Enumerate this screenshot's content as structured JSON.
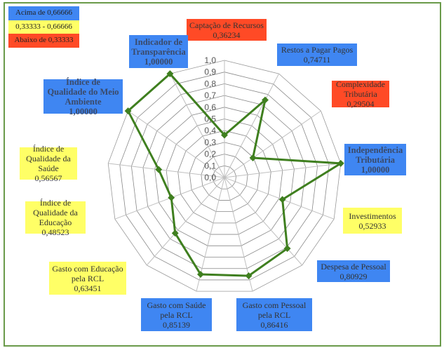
{
  "colors": {
    "high": "#3f86f2",
    "mid": "#ffff66",
    "low": "#ff4a26",
    "line": "#3f7f1f",
    "grid": "#bfbfbf"
  },
  "legend": [
    {
      "label": "Acima de 0,66666",
      "level": "high"
    },
    {
      "label": "0,33333 - 0,66666",
      "level": "mid"
    },
    {
      "label": "Abaixo de 0,33333",
      "level": "low"
    }
  ],
  "chart_data": {
    "type": "radar",
    "rlim": [
      0,
      1
    ],
    "ticks": [
      "0,0",
      "0,1",
      "0,2",
      "0,3",
      "0,4",
      "0,5",
      "0,6",
      "0,7",
      "0,8",
      "0,9",
      "1,0"
    ],
    "categories": [
      "Captação de Recursos",
      "Restos a Pagar Pagos",
      "Complexidade Tributária",
      "Independência Tributária",
      "Investimentos",
      "Despesa de Pessoal",
      "Gasto com Pessoal pela RCL",
      "Gasto com Saúde pela RCL",
      "Gasto com Educação pela RCL",
      "Índice de Qualidade da Educação",
      "Índice de Qualidade da Saúde",
      "Índice de Qualidade do Meio Ambiente",
      "Indicador de Transparência"
    ],
    "values": [
      0.36234,
      0.74711,
      0.29504,
      1.0,
      0.52933,
      0.80929,
      0.86416,
      0.85139,
      0.63451,
      0.48523,
      0.56567,
      1.0,
      1.0
    ],
    "value_labels": [
      "0,36234",
      "0,74711",
      "0,29504",
      "1,00000",
      "0,52933",
      "0,80929",
      "0,86416",
      "0,85139",
      "0,63451",
      "0,48523",
      "0,56567",
      "1,00000",
      "1,00000"
    ],
    "levels": [
      "low",
      "high",
      "low",
      "high",
      "mid",
      "high",
      "high",
      "high",
      "mid",
      "mid",
      "mid",
      "high",
      "high"
    ]
  }
}
